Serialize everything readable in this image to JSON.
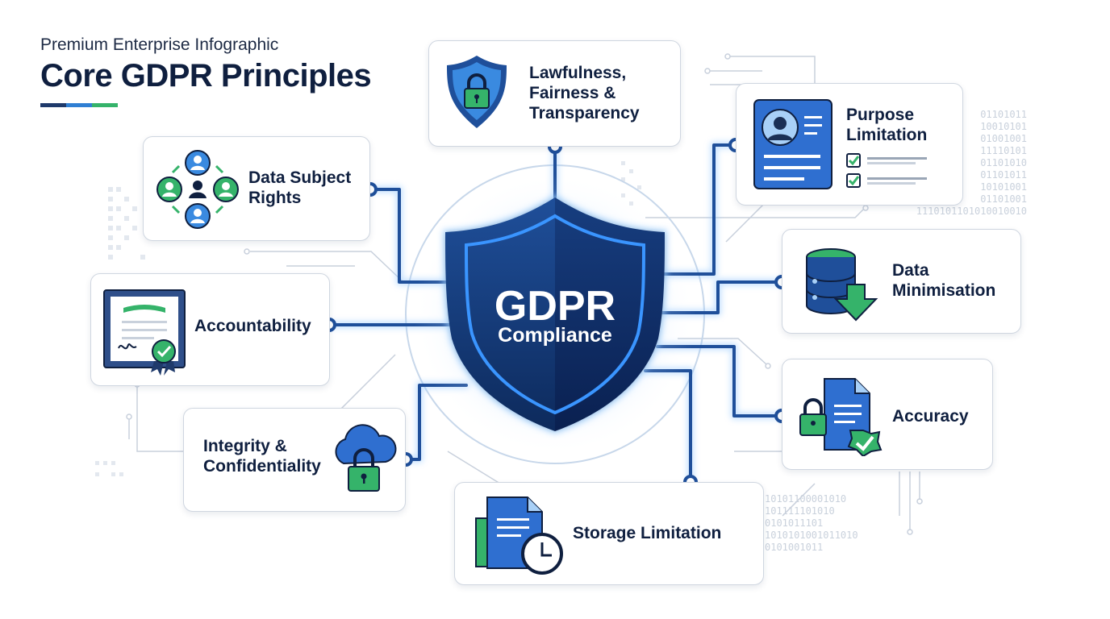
{
  "header": {
    "kicker": "Premium Enterprise Infographic",
    "title": "Core GDPR Principles",
    "underline_colors": [
      "#1f3a6b",
      "#2f7fd3",
      "#35b36a"
    ]
  },
  "center": {
    "title": "GDPR",
    "subtitle": "Compliance",
    "icon": "shield-icon"
  },
  "principles": [
    {
      "label": "Lawfulness,\nFairness &\nTransparency",
      "icon": "shield-lock-icon"
    },
    {
      "label": "Purpose\nLimitation",
      "icon": "profile-checklist-icon"
    },
    {
      "label": "Data\nMinimisation",
      "icon": "database-down-arrow-icon"
    },
    {
      "label": "Accuracy",
      "icon": "document-lock-check-icon"
    },
    {
      "label": "Storage Limitation",
      "icon": "document-clock-icon"
    },
    {
      "label": "Integrity &\nConfidentiality",
      "icon": "cloud-lock-icon"
    },
    {
      "label": "Accountability",
      "icon": "certificate-icon"
    },
    {
      "label": "Data Subject\nRights",
      "icon": "people-cycle-icon"
    }
  ],
  "binary": [
    "01101011\n10010101\n01001001\n11110101\n01101010\n01101011\n10101001\n01101001\n1110101101010010010",
    "10101100001010\n101111101010\n0101011101\n1010101001011010\n0101001011"
  ],
  "colors": {
    "navy": "#0f1f3f",
    "blue": "#2f7fd3",
    "green": "#35b36a",
    "circuit": "#1f4f9a"
  }
}
